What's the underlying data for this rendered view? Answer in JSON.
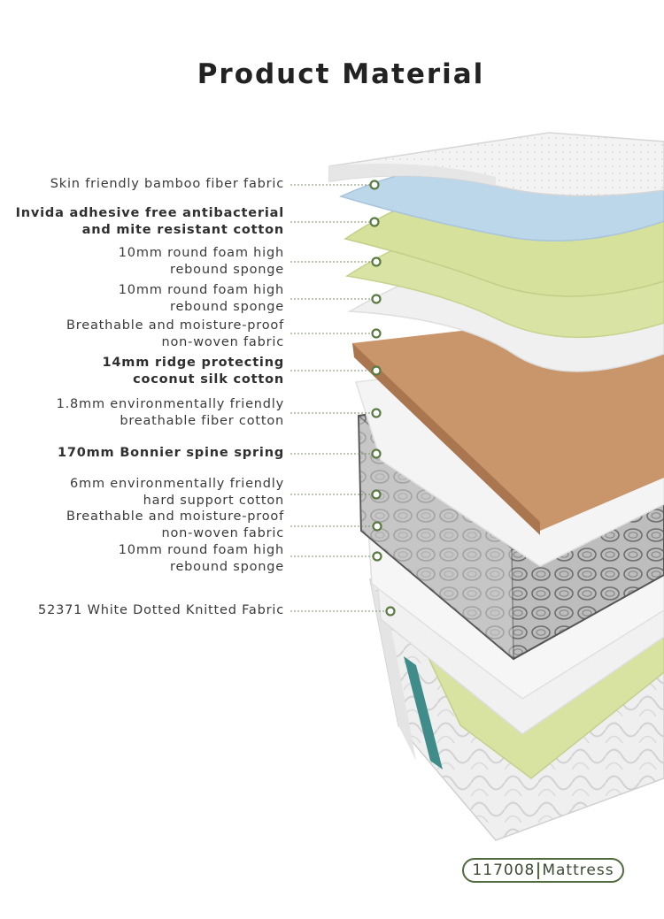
{
  "page": {
    "title": "Product Material",
    "colors": {
      "accent_green": "#4f6b3f",
      "fabric_top": "#f2f2f2",
      "antibacterial_layer": "#bcd6ea",
      "foam_yellow_green": "#d8e3a2",
      "non_woven_white": "#f0f0f0",
      "coconut_brown": "#c9956a",
      "spring_gray": "#8e8e8e",
      "knitted_white": "#ececec"
    }
  },
  "layers": [
    {
      "lines": [
        "Skin friendly bamboo fiber fabric"
      ],
      "bold": false,
      "icon": "pointer-dot-icon"
    },
    {
      "lines": [
        "Invida adhesive free antibacterial",
        "and mite resistant cotton"
      ],
      "bold": true,
      "icon": "pointer-dot-icon"
    },
    {
      "lines": [
        "10mm round foam high",
        "rebound sponge"
      ],
      "bold": false,
      "icon": "pointer-dot-icon"
    },
    {
      "lines": [
        "10mm round foam high",
        "rebound sponge"
      ],
      "bold": false,
      "icon": "pointer-dot-icon"
    },
    {
      "lines": [
        "Breathable and moisture-proof",
        "non-woven fabric"
      ],
      "bold": false,
      "icon": "pointer-dot-icon"
    },
    {
      "lines": [
        "14mm ridge protecting",
        "coconut silk cotton"
      ],
      "bold": true,
      "icon": "pointer-dot-icon"
    },
    {
      "lines": [
        "1.8mm environmentally friendly",
        "breathable fiber cotton"
      ],
      "bold": false,
      "icon": "pointer-dot-icon"
    },
    {
      "lines": [
        "170mm Bonnier spine spring"
      ],
      "bold": true,
      "icon": "pointer-dot-icon"
    },
    {
      "lines": [
        "6mm environmentally friendly",
        "hard support cotton"
      ],
      "bold": false,
      "icon": "pointer-dot-icon"
    },
    {
      "lines": [
        "Breathable and moisture-proof",
        "non-woven fabric"
      ],
      "bold": false,
      "icon": "pointer-dot-icon"
    },
    {
      "lines": [
        "10mm round foam high",
        "rebound sponge"
      ],
      "bold": false,
      "icon": "pointer-dot-icon"
    },
    {
      "lines": [
        "52371 White Dotted Knitted Fabric"
      ],
      "bold": false,
      "icon": "pointer-dot-icon"
    }
  ],
  "badge": {
    "model": "117008",
    "product": "Mattress"
  }
}
